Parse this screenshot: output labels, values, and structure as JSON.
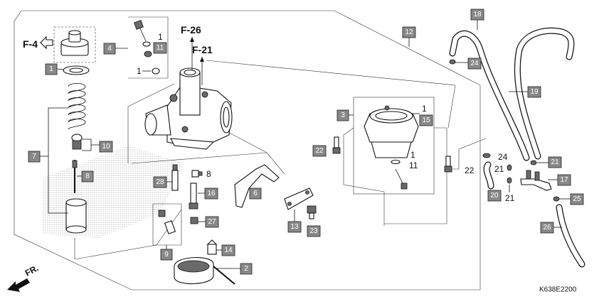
{
  "diagram": {
    "code": "K638E2200",
    "refs": [
      "F-26",
      "F-21",
      "F-4"
    ],
    "front_label": "FR.",
    "parts": {
      "p1": "1",
      "p2": "2",
      "p3": "3",
      "p4": "4",
      "p6": "6",
      "p7": "7",
      "p8": "8",
      "p9": "9",
      "p10": "10",
      "p11": "11",
      "p12": "12",
      "p13": "13",
      "p14": "14",
      "p15": "15",
      "p16": "16",
      "p17": "17",
      "p18": "18",
      "p19": "19",
      "p20": "20",
      "p21": "21",
      "p22": "22",
      "p23": "23",
      "p24": "24",
      "p25": "25",
      "p26": "26",
      "p27": "27",
      "p28": "28"
    }
  }
}
